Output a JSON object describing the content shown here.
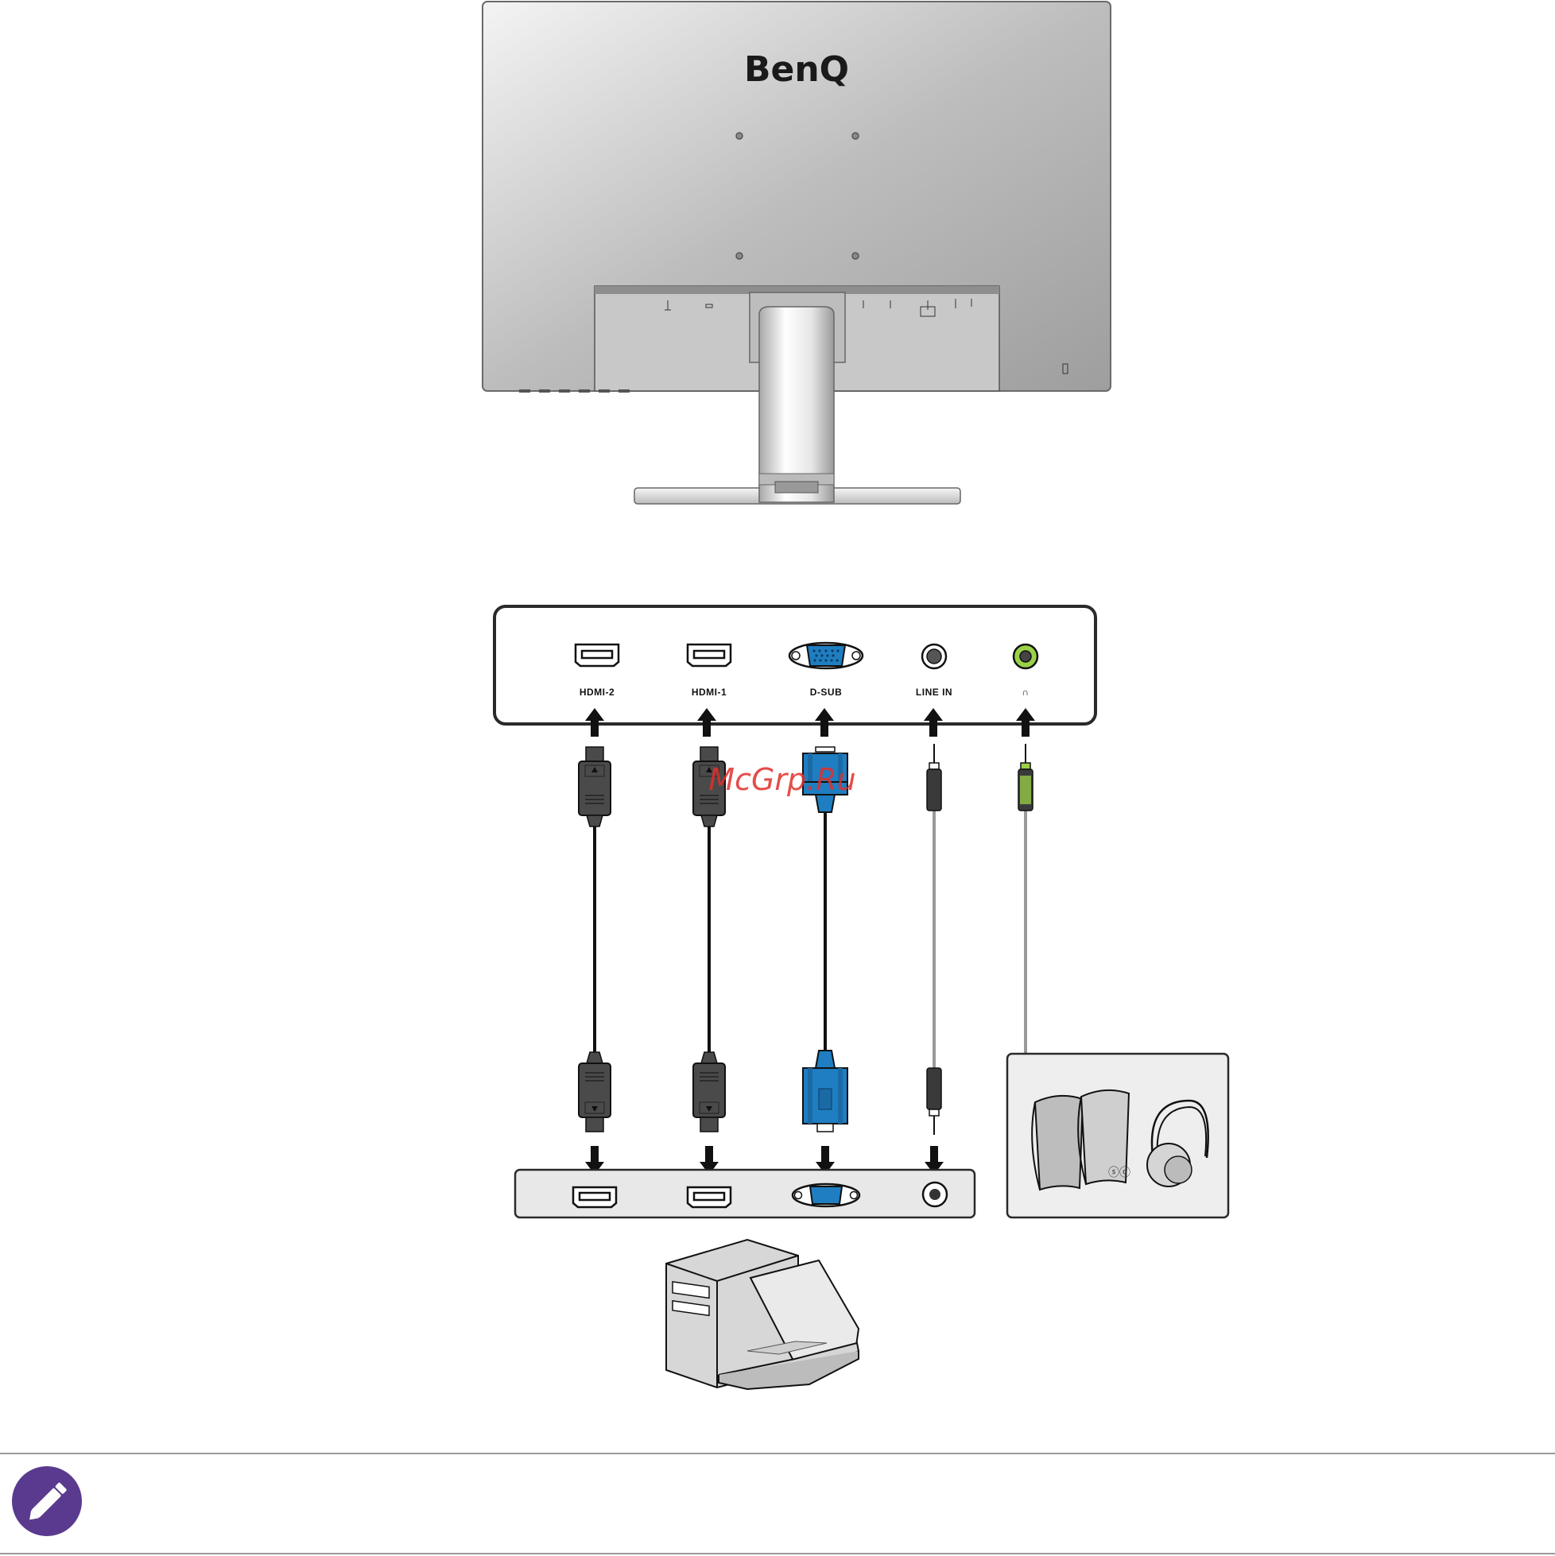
{
  "monitor": {
    "brand": "BenQ"
  },
  "ports": [
    {
      "id": "hdmi2",
      "label": "HDMI-2"
    },
    {
      "id": "hdmi1",
      "label": "HDMI-1"
    },
    {
      "id": "dsub",
      "label": "D-SUB"
    },
    {
      "id": "linein",
      "label": "LINE IN"
    },
    {
      "id": "headphone",
      "label": "∩"
    }
  ],
  "watermark": "McGrp.Ru",
  "colors": {
    "hdmi_cable": "#4a4a4a",
    "vga_connector": "#1f7ec1",
    "headphone_port": "#9bd049",
    "note_icon": "#5a3a8e",
    "panel_outline": "#2a2a2a"
  },
  "icons": {
    "note": "pencil-icon"
  }
}
